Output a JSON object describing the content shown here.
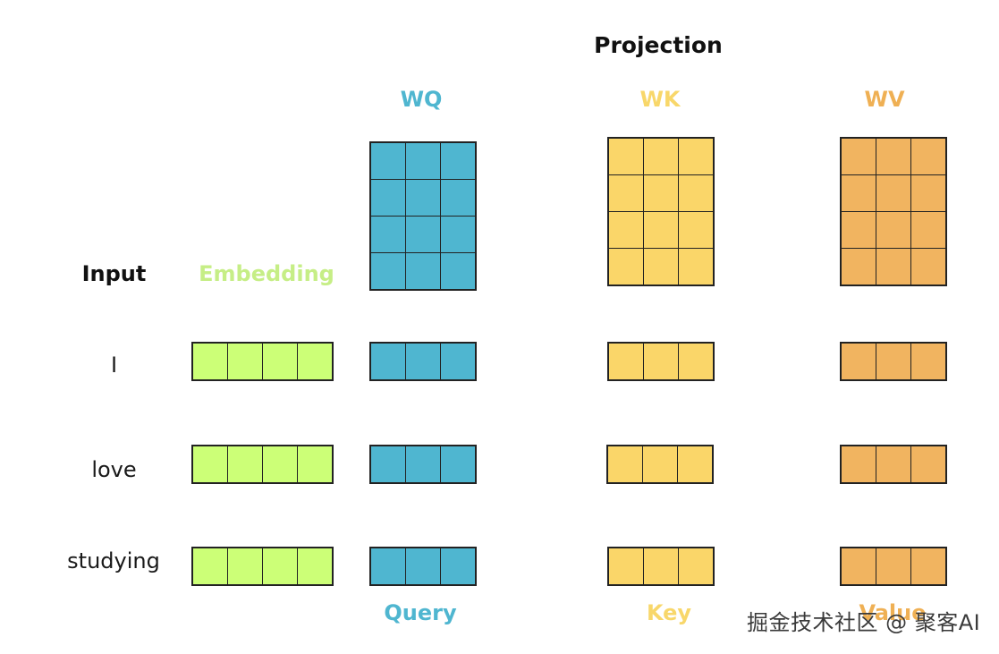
{
  "title": "Projection",
  "headers": {
    "input": "Input",
    "embedding": "Embedding",
    "wq": "WQ",
    "wk": "WK",
    "wv": "WV"
  },
  "tokens": [
    "I",
    "love",
    "studying"
  ],
  "footers": {
    "query": "Query",
    "key": "Key",
    "value": "Value"
  },
  "watermark": "掘金技术社区 @ 聚客AI",
  "colors": {
    "embedding": "#ccff77",
    "query": "#4fb6d0",
    "key": "#fad669",
    "value": "#f1b460",
    "embedding_text": "#c6ee86",
    "query_text": "#4fb6d0",
    "key_text": "#f8d76a",
    "value_text": "#efb054"
  }
}
